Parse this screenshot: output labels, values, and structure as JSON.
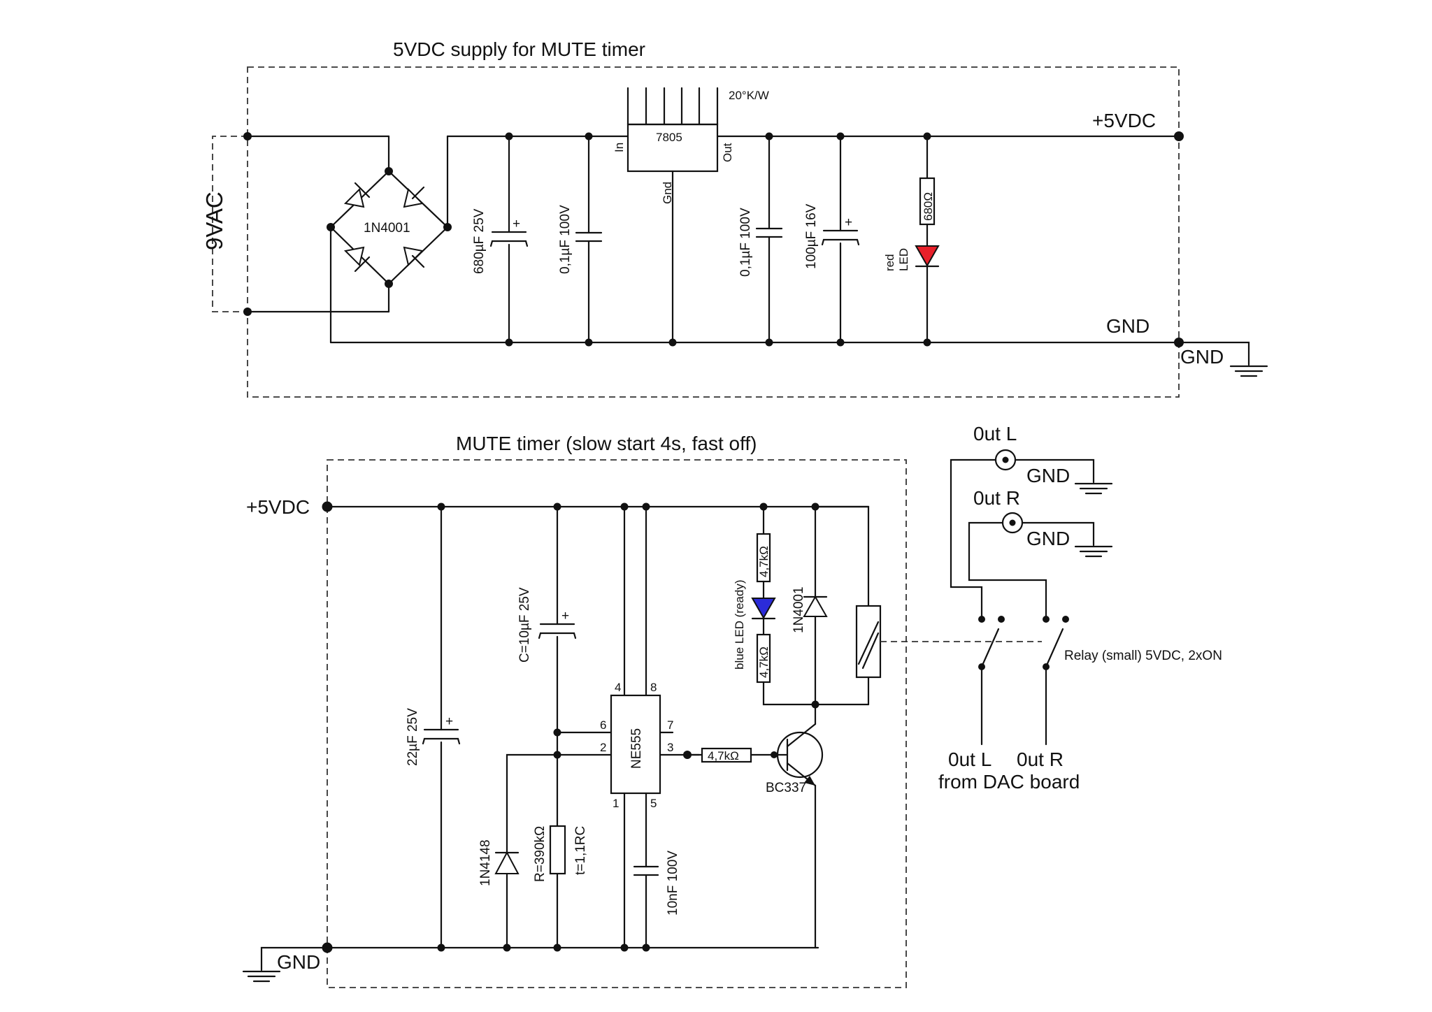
{
  "supply": {
    "title": "5VDC supply for MUTE timer",
    "vac": "9VAC",
    "bridge": "1N4001",
    "c1": "680µF 25V",
    "c2": "0,1µF 100V",
    "regulator": "7805",
    "pin_in": "In",
    "pin_gnd": "Gnd",
    "pin_out": "Out",
    "heatsink": "20°K/W",
    "c3": "0,1µF 100V",
    "c4": "100µF 16V",
    "r_led": "680Ω",
    "led_line1": "red",
    "led_line2": "LED",
    "vout": "+5VDC",
    "gnd_rail": "GND",
    "gnd_symbol": "GND",
    "plus": "+"
  },
  "timer": {
    "title": "MUTE timer (slow start 4s, fast off)",
    "vin": "+5VDC",
    "gnd": "GND",
    "c_22": "22µF 25V",
    "c_timing": "C=10µF 25V",
    "ic": "NE555",
    "pin4": "4",
    "pin8": "8",
    "pin6": "6",
    "pin2": "2",
    "pin7": "7",
    "pin3": "3",
    "pin1": "1",
    "pin5": "5",
    "diode_1n4148": "1N4148",
    "r_timing": "R=390kΩ",
    "t_formula": "t=1,1RC",
    "c_10n": "10nF 100V",
    "r_base": "4,7kΩ",
    "transistor": "BC337",
    "r_led_top": "4,7kΩ",
    "r_led_bottom": "4,7kΩ",
    "blue_led": "blue LED (ready)",
    "flyback_diode": "1N4001",
    "plus": "+"
  },
  "relay": {
    "out_l": "0ut L",
    "out_r": "0ut R",
    "gnd_l": "GND",
    "gnd_r": "GND",
    "relay_label": "Relay (small) 5VDC, 2xON",
    "from_l": "0ut L",
    "from_r": "0ut  R",
    "from_dac": "from DAC board"
  },
  "colors": {
    "red_led": "#e8202a",
    "blue_led": "#2b2bd9",
    "ink": "#111111"
  }
}
